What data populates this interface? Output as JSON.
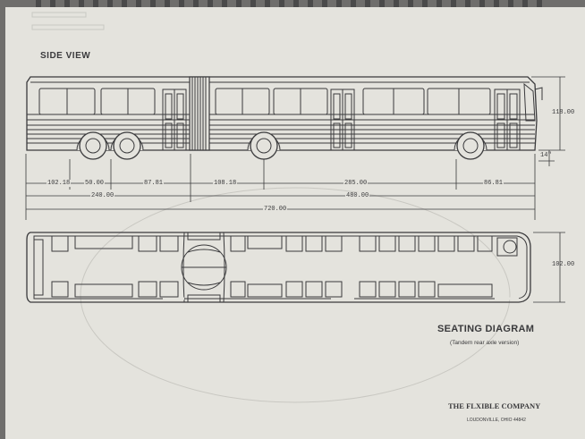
{
  "drawing": {
    "side_view_title": "SIDE VIEW",
    "seating_title": "SEATING DIAGRAM",
    "seating_subtitle": "(Tandem rear axle version)",
    "company_name": "THE FLXIBLE COMPANY",
    "company_address": "LOUDONVILLE, OHIO 44842"
  },
  "dimensions": {
    "d_102_18": "102.18",
    "d_50_00": "50.00",
    "d_87_81": "87.81",
    "d_108_18": "108.18",
    "d_285_00": "285.00",
    "d_86_81": "86.81",
    "d_240_00": "240.00",
    "d_480_00": "480.00",
    "d_720_00": "720.00",
    "height_118": "118.00",
    "height_14": "14\"",
    "width_102": "102.00"
  },
  "colors": {
    "paper": "#e4e3dd",
    "line": "#3a3a3c",
    "background": "#6f6e6c"
  }
}
